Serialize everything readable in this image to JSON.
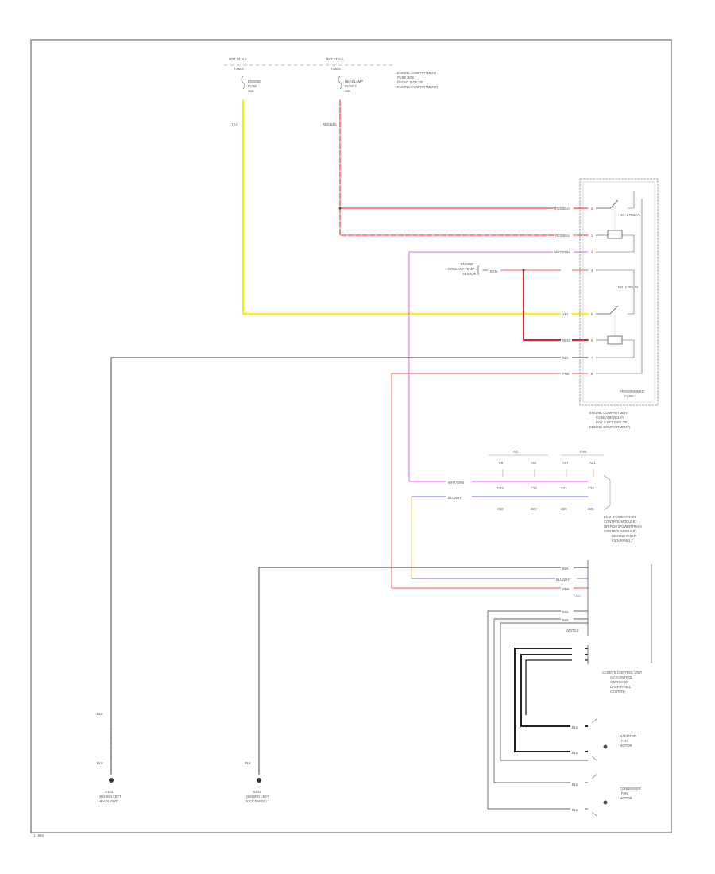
{
  "diagram": {
    "frame_label": "1 1664",
    "fuse_box_1": {
      "header": "HOT AT ALL",
      "sub": "TIMES",
      "fuse_label": "ENGINE",
      "fuse_sub": "FUSE",
      "fuse_no": "10A"
    },
    "fuse_box_2": {
      "header": "HOT AT ALL",
      "sub": "TIMES",
      "fuse_label": "HEADLAMP",
      "fuse_sub": "FUSE 2",
      "fuse_no": "15A"
    },
    "fuse_box_note": [
      "ENGINE COMPARTMENT",
      "FUSE BOX",
      "(RIGHT SIDE OF",
      "ENGINE COMPARTMENT)"
    ],
    "wire_yel": "YEL",
    "wire_red_blk": "RED/BLK",
    "relay_box": {
      "wires_in": [
        "RED/BLK",
        "RED/BLK",
        "WHT/GRN",
        "BRN",
        "YEL",
        "RED",
        "BLK",
        "PNK"
      ],
      "pin_nos": [
        "2",
        "1",
        "3",
        "4",
        "5",
        "6",
        "7",
        "8"
      ],
      "relay_label": "NO. 1 RELAY",
      "relay_label_2": "NO. 2 RELAY",
      "box_name": [
        "PROGRAMMED",
        "FUSE"
      ],
      "note": [
        "ENGINE COMPARTMENT",
        "FUSE AND RELAY",
        "BOX (LEFT SIDE OF",
        "ENGINE COMPARTMENT)"
      ]
    },
    "sensor": {
      "label": [
        "ENGINE",
        "COOLANT TEMP",
        "SENSOR"
      ],
      "wire": "BRN",
      "wire_out": "BRN"
    },
    "ecm": {
      "groups": [
        "A/C",
        "FAN"
      ],
      "pins_top": [
        "A9",
        "A11",
        "A17",
        "A21"
      ],
      "wire_1": "WHT/GRN",
      "wire_2": "BLU/WHT",
      "pin_codes_1": [
        "C19",
        "C20",
        "C21",
        "C22"
      ],
      "pin_codes_2": [
        "C23",
        "C24",
        "C25",
        "C26"
      ],
      "label": [
        "ECM (POWERTRAIN",
        "CONTROL MODULE)",
        "OR PCM (POWERTRAIN",
        "CONTROL MODULE)",
        "(BEHIND RIGHT",
        "KICK PANEL)"
      ]
    },
    "hvac": {
      "wires": [
        "BLK",
        "BLU/WHT",
        "PNK"
      ],
      "wire_lower": [
        "BLK",
        "BLK"
      ],
      "pin_labels": [
        "A/C",
        "SWITCH"
      ],
      "label": [
        "CLIMATE CONTROL UNIT",
        "A/C CONTROL",
        "SWITCH (IN",
        "DASH PANEL",
        "CENTER)"
      ]
    },
    "radiator_fan": {
      "wires": [
        "BLK",
        "BLK"
      ],
      "label": [
        "RADIATOR",
        "FAN",
        "MOTOR"
      ]
    },
    "condenser_fan": {
      "wires": [
        "BLK",
        "BLK"
      ],
      "label": [
        "CONDENSER",
        "FAN",
        "MOTOR"
      ]
    },
    "ground_1": {
      "wire_top": "BLK",
      "wire_bottom": "BLK",
      "label": [
        "G101",
        "(BEHIND LEFT",
        "HEADLIGHT)"
      ]
    },
    "ground_2": {
      "wire": "BLK",
      "label": [
        "G201",
        "(BEHIND LEFT",
        "KICK PANEL)"
      ]
    },
    "colors": {
      "yel": "#fff000",
      "red": "#ff4040",
      "red_dark": "#e0202a",
      "pink": "#ff55ff",
      "blue": "#6666ff",
      "orange": "#ffbb55",
      "black": "#222222"
    }
  }
}
